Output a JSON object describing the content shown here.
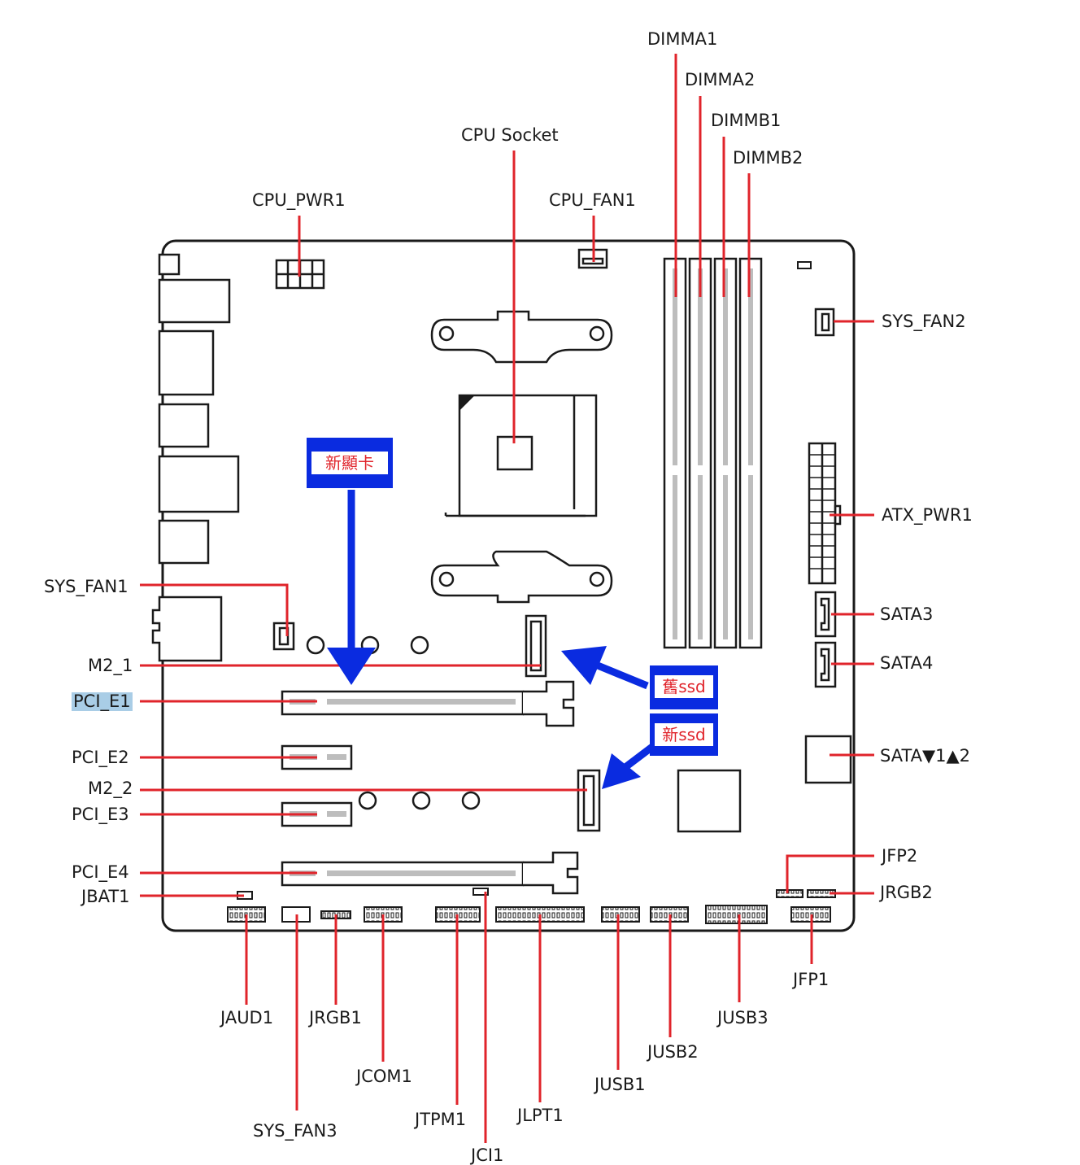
{
  "diagram": {
    "colors": {
      "outline": "#1a1a1a",
      "slot_fill": "#bdbdbd",
      "leader_line": "#e0242b",
      "annotation_blue": "#0a2be0",
      "annotation_text": "#e0242b",
      "highlight": "#a9cde6"
    },
    "labels": {
      "dimma1": "DIMMA1",
      "dimma2": "DIMMA2",
      "dimmb1": "DIMMB1",
      "dimmb2": "DIMMB2",
      "cpu_socket": "CPU Socket",
      "cpu_pwr1": "CPU_PWR1",
      "cpu_fan1": "CPU_FAN1",
      "sys_fan2": "SYS_FAN2",
      "atx_pwr1": "ATX_PWR1",
      "sata3": "SATA3",
      "sata4": "SATA4",
      "sata12": "SATA▼1▲2",
      "jfp2": "JFP2",
      "jrgb2": "JRGB2",
      "jfp1": "JFP1",
      "sys_fan1": "SYS_FAN1",
      "m2_1": "M2_1",
      "pci_e1": "PCI_E1",
      "pci_e2": "PCI_E2",
      "m2_2": "M2_2",
      "pci_e3": "PCI_E3",
      "pci_e4": "PCI_E4",
      "jbat1": "JBAT1",
      "jaud1": "JAUD1",
      "jrgb1": "JRGB1",
      "sys_fan3": "SYS_FAN3",
      "jcom1": "JCOM1",
      "jtpm1": "JTPM1",
      "jci1": "JCI1",
      "jlpt1": "JLPT1",
      "jusb1": "JUSB1",
      "jusb2": "JUSB2",
      "jusb3": "JUSB3"
    },
    "annotations": {
      "new_gpu": "新顯卡",
      "old_ssd": "舊ssd",
      "new_ssd": "新ssd"
    }
  }
}
